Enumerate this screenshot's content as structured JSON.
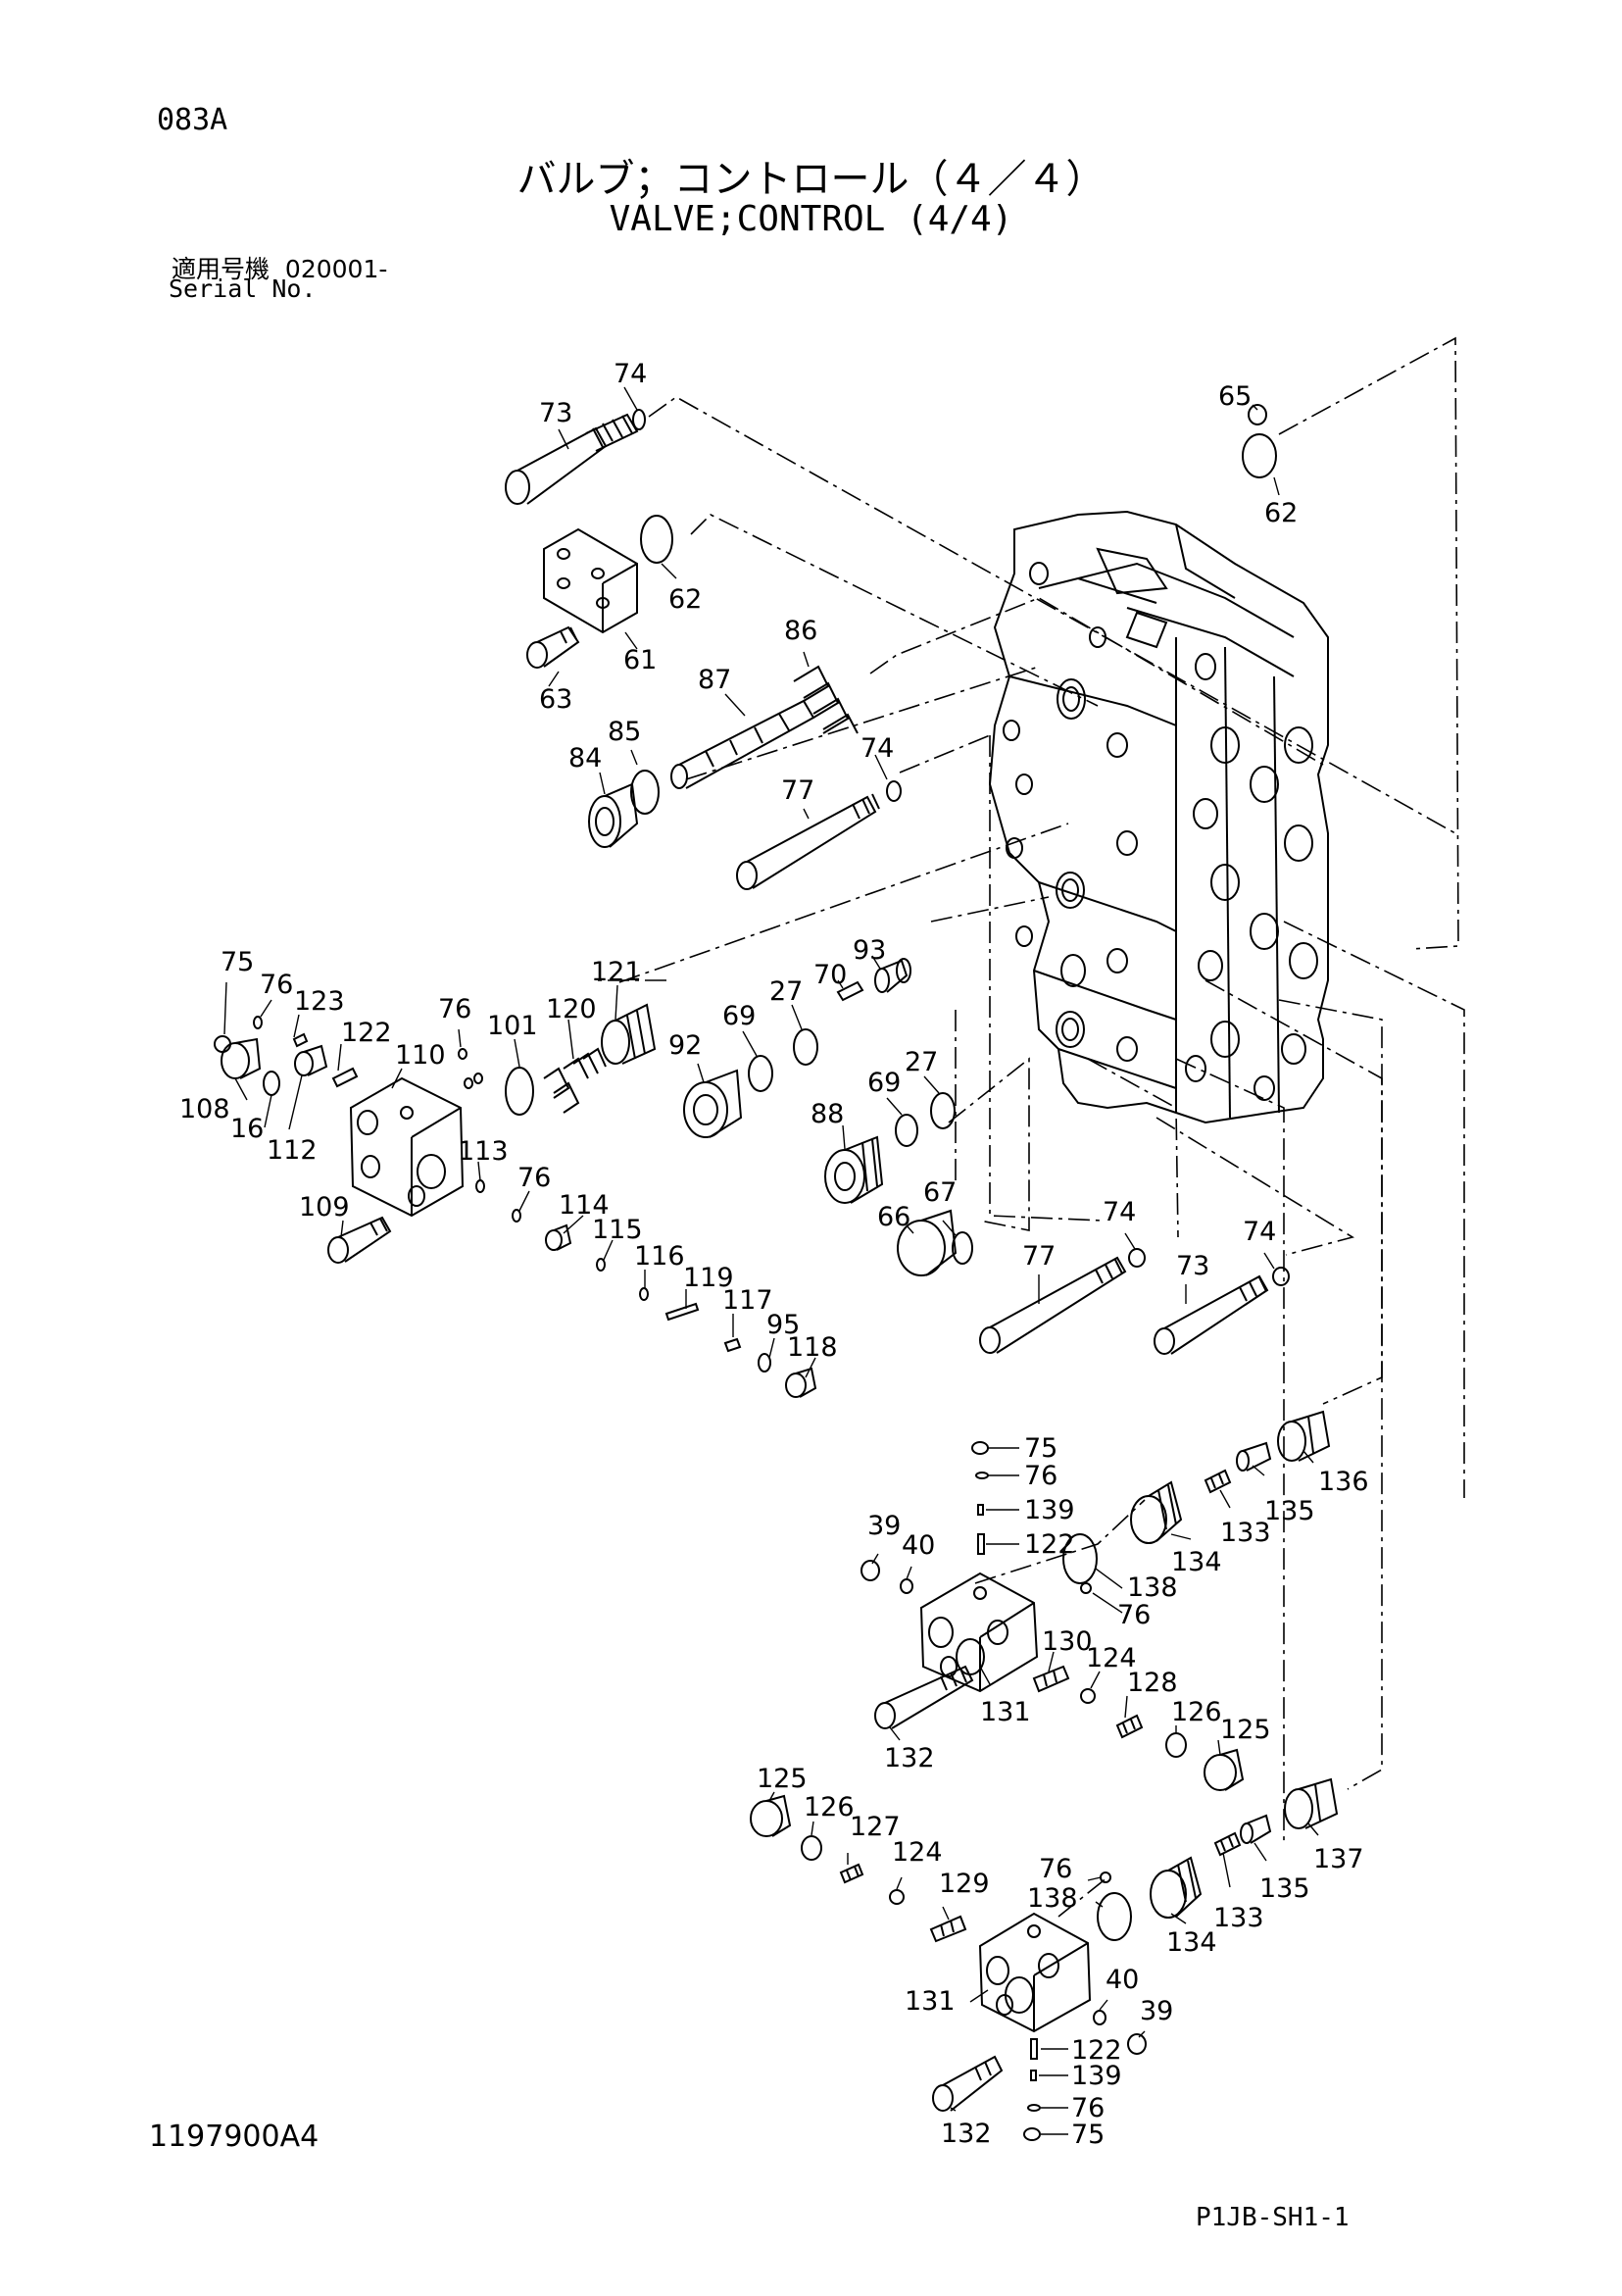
{
  "header": {
    "page_code": "083A",
    "title_jp": "バルブ；コントロール（４／４）",
    "title_en": "VALVE;CONTROL (4/4)",
    "serial_label_jp": "適用号機",
    "serial_value": "020001-",
    "serial_label_en": "Serial No."
  },
  "footer": {
    "doc_number": "1197900A4",
    "sheet_code": "P1JB-SH1-1"
  },
  "callouts": [
    "74",
    "73",
    "65",
    "62",
    "62",
    "61",
    "63",
    "86",
    "87",
    "85",
    "84",
    "74",
    "77",
    "75",
    "76",
    "123",
    "122",
    "110",
    "108",
    "16",
    "112",
    "109",
    "76",
    "101",
    "120",
    "121",
    "92",
    "69",
    "27",
    "70",
    "93",
    "88",
    "69",
    "27",
    "113",
    "76",
    "114",
    "115",
    "116",
    "119",
    "117",
    "95",
    "118",
    "66",
    "67",
    "77",
    "74",
    "73",
    "74",
    "75",
    "76",
    "139",
    "122",
    "39",
    "40",
    "134",
    "133",
    "135",
    "136",
    "138",
    "76",
    "130",
    "124",
    "131",
    "132",
    "128",
    "126",
    "125",
    "125",
    "126",
    "127",
    "124",
    "129",
    "76",
    "138",
    "134",
    "133",
    "135",
    "137",
    "131",
    "40",
    "39",
    "122",
    "139",
    "132",
    "76",
    "75"
  ]
}
